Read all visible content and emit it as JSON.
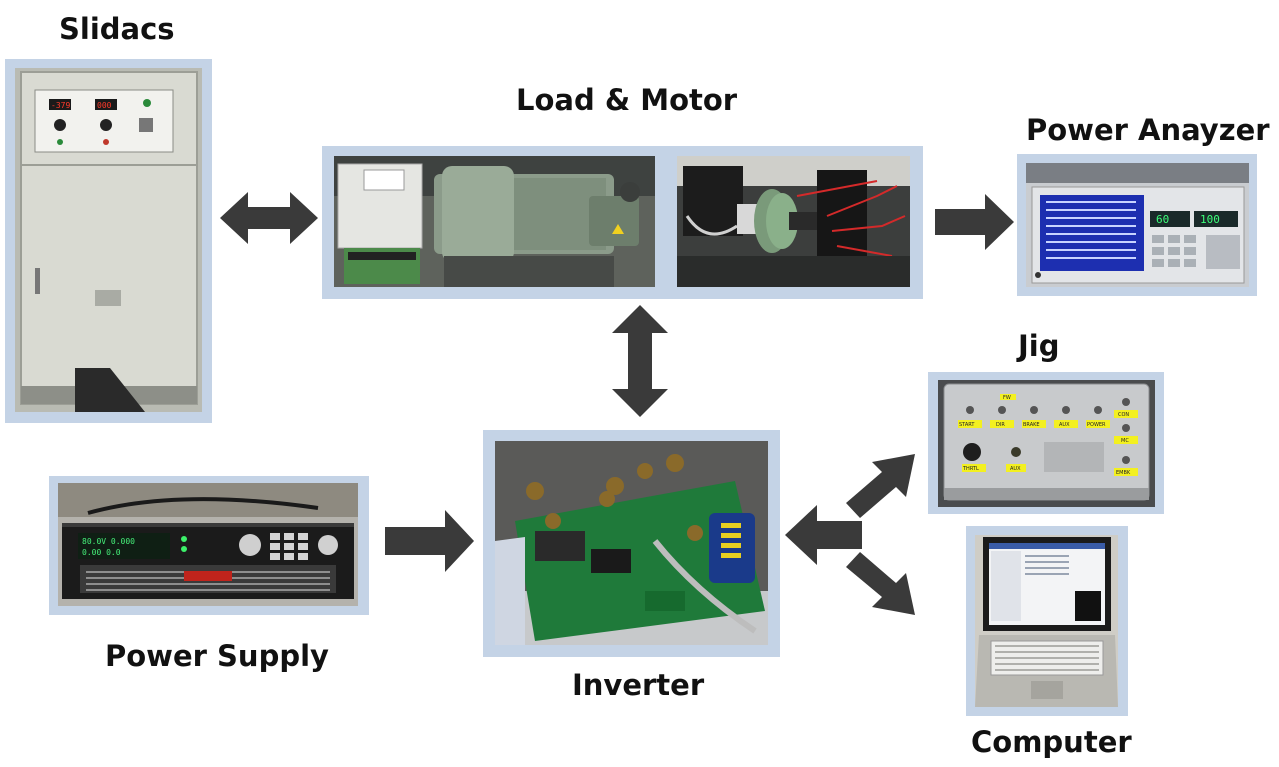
{
  "labels": {
    "slidacs": "Slidacs",
    "load_motor": "Load & Motor",
    "power_analyzer": "Power Anayzer",
    "jig": "Jig",
    "power_supply": "Power Supply",
    "inverter": "Inverter",
    "computer": "Computer"
  },
  "readouts": {
    "slidacs_meter_1": "-379",
    "slidacs_meter_2": "000",
    "analyzer_meter_1": "60",
    "analyzer_meter_2": "100",
    "supply_line_1": "80.0V 0.000",
    "supply_line_2": "0.00 0.0"
  },
  "jig_panel": {
    "switches": [
      "START",
      "DIR",
      "BRAKE",
      "AUX",
      "POWER"
    ],
    "tag": "FW",
    "leds": [
      "CON",
      "MC",
      "EMBK"
    ],
    "knobs": [
      "THRTL",
      "AUX"
    ]
  },
  "colors": {
    "frame": "#c4d3e6",
    "arrow": "#3a3a3a"
  }
}
